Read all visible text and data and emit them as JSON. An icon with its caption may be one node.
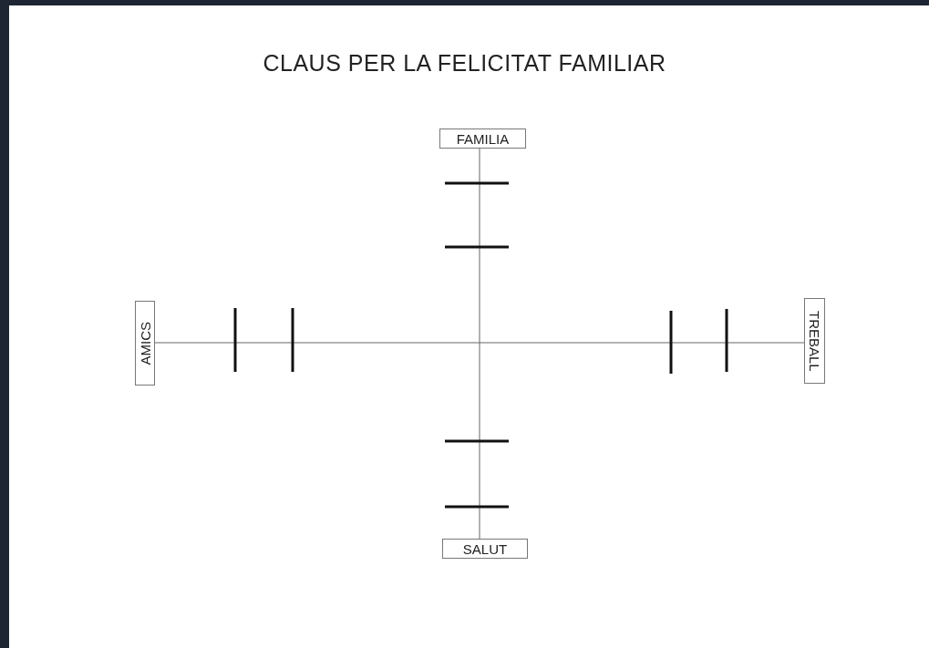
{
  "diagram": {
    "title": "CLAUS PER LA FELICITAT FAMILIAR",
    "nodes": [
      {
        "text": [
          "FAMILIA"
        ]
      },
      {
        "text": [
          "AMICS"
        ]
      },
      {
        "text": [
          "TREBALL"
        ]
      },
      {
        "text": [
          "SALUT"
        ]
      }
    ],
    "edges": [
      {
        "from": 0,
        "to": 3,
        "arrow": "none"
      },
      {
        "from": 1,
        "to": 2,
        "arrow": "none"
      }
    ]
  }
}
